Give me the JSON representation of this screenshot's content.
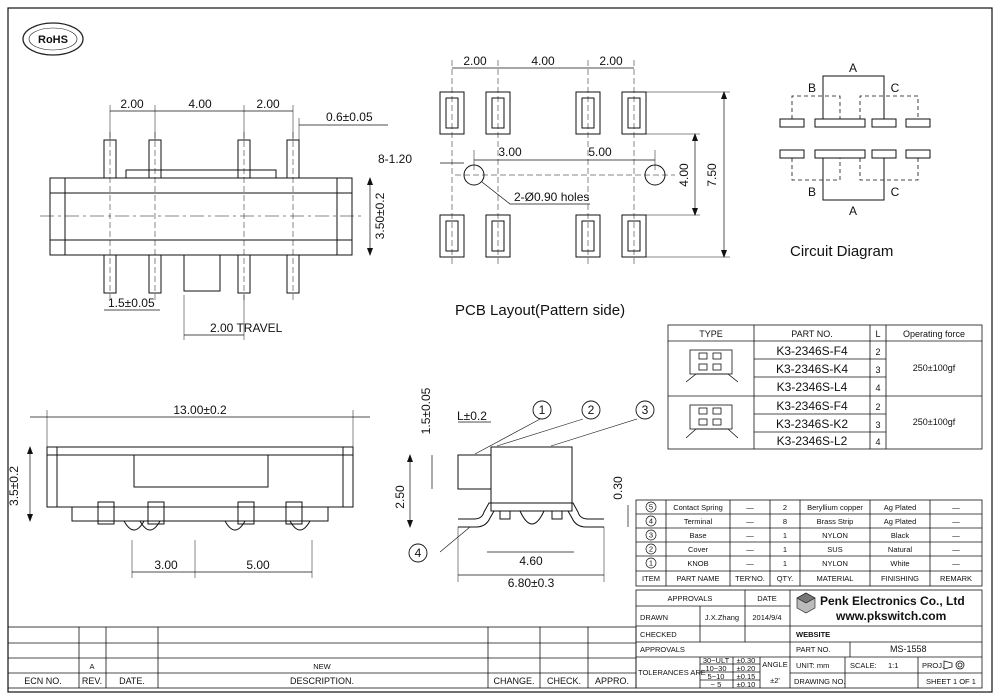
{
  "rohs": "RoHS",
  "top_view": {
    "dim_200_a": "2.00",
    "dim_400": "4.00",
    "dim_200_b": "2.00",
    "dim_06": "0.6±0.05",
    "dim_350": "3.50±0.2",
    "dim_15": "1.5±0.05",
    "travel": "2.00 TRAVEL"
  },
  "pcb": {
    "dim_200_a": "2.00",
    "dim_400": "4.00",
    "dim_200_b": "2.00",
    "dim_8_120": "8-1.20",
    "dim_300": "3.00",
    "dim_500": "5.00",
    "dim_400_v": "4.00",
    "dim_750": "7.50",
    "holes": "2-Ø0.90 holes",
    "title": "PCB Layout(Pattern side)"
  },
  "circuit": {
    "label_a": "A",
    "label_b": "B",
    "label_c": "C",
    "title": "Circuit Diagram"
  },
  "type_table": {
    "headers": [
      "TYPE",
      "PART NO.",
      "L",
      "Operating force"
    ],
    "groups": [
      {
        "rows": [
          [
            "K3-2346S-F4",
            "2"
          ],
          [
            "K3-2346S-K4",
            "3"
          ],
          [
            "K3-2346S-L4",
            "4"
          ]
        ],
        "force": "250±100gf"
      },
      {
        "rows": [
          [
            "K3-2346S-F4",
            "2"
          ],
          [
            "K3-2346S-K2",
            "3"
          ],
          [
            "K3-2346S-L2",
            "4"
          ]
        ],
        "force": "250±100gf"
      }
    ]
  },
  "front_view": {
    "dim_1300": "13.00±0.2",
    "dim_35": "3.5±0.2",
    "dim_300": "3.00",
    "dim_500": "5.00"
  },
  "side_view": {
    "dim_15": "1.5±0.05",
    "dim_l": "L±0.2",
    "dim_250": "2.50",
    "dim_460": "4.60",
    "dim_680": "6.80±0.3",
    "dim_030": "0.30",
    "balloons": [
      "1",
      "2",
      "3",
      "4"
    ]
  },
  "bom": {
    "rows": [
      [
        "5",
        "Contact Spring",
        "—",
        "2",
        "Beryllium copper",
        "Ag Plated",
        "—"
      ],
      [
        "4",
        "Terminal",
        "—",
        "8",
        "Brass Strip",
        "Ag Plated",
        "—"
      ],
      [
        "3",
        "Base",
        "—",
        "1",
        "NYLON",
        "Black",
        "—"
      ],
      [
        "2",
        "Cover",
        "—",
        "1",
        "SUS",
        "Natural",
        "—"
      ],
      [
        "1",
        "KNOB",
        "—",
        "1",
        "NYLON",
        "White",
        "—"
      ]
    ],
    "headers": [
      "ITEM",
      "PART NAME",
      "TER'NO.",
      "QTY.",
      "MATERIAL",
      "FINISHING",
      "REMARK"
    ]
  },
  "title_block": {
    "approvals": "APPROVALS",
    "date": "DATE",
    "drawn": "DRAWN",
    "drawn_by": "J.X.Zhang",
    "drawn_date": "2014/9/4",
    "checked": "CHECKED",
    "approvals2": "APPROVALS",
    "tolerances": "TOLERANCES ARE",
    "tol_ranges": [
      "30~ULT",
      "10~30",
      "5~10",
      "~ 5"
    ],
    "tol_values": [
      "±0.30",
      "±0.20",
      "±0.15",
      "±0.10"
    ],
    "angle": "ANGLE",
    "angle_val": "±2'",
    "company": "Penk Electronics Co., Ltd",
    "url": "www.pkswitch.com",
    "website": "WEBSITE",
    "part_no_label": "PART NO.",
    "part_no": "MS-1558",
    "unit": "UNIT: mm",
    "scale": "SCALE:",
    "scale_val": "1:1",
    "proj": "PROJ.",
    "drawing_no": "DRAWING NO.",
    "sheet": "SHEET  1  OF  1"
  },
  "revision": {
    "row_a": "A",
    "new": "NEW",
    "headers": [
      "ECN NO.",
      "REV.",
      "DATE.",
      "DESCRIPTION.",
      "CHANGE.",
      "CHECK.",
      "APPRO."
    ]
  }
}
